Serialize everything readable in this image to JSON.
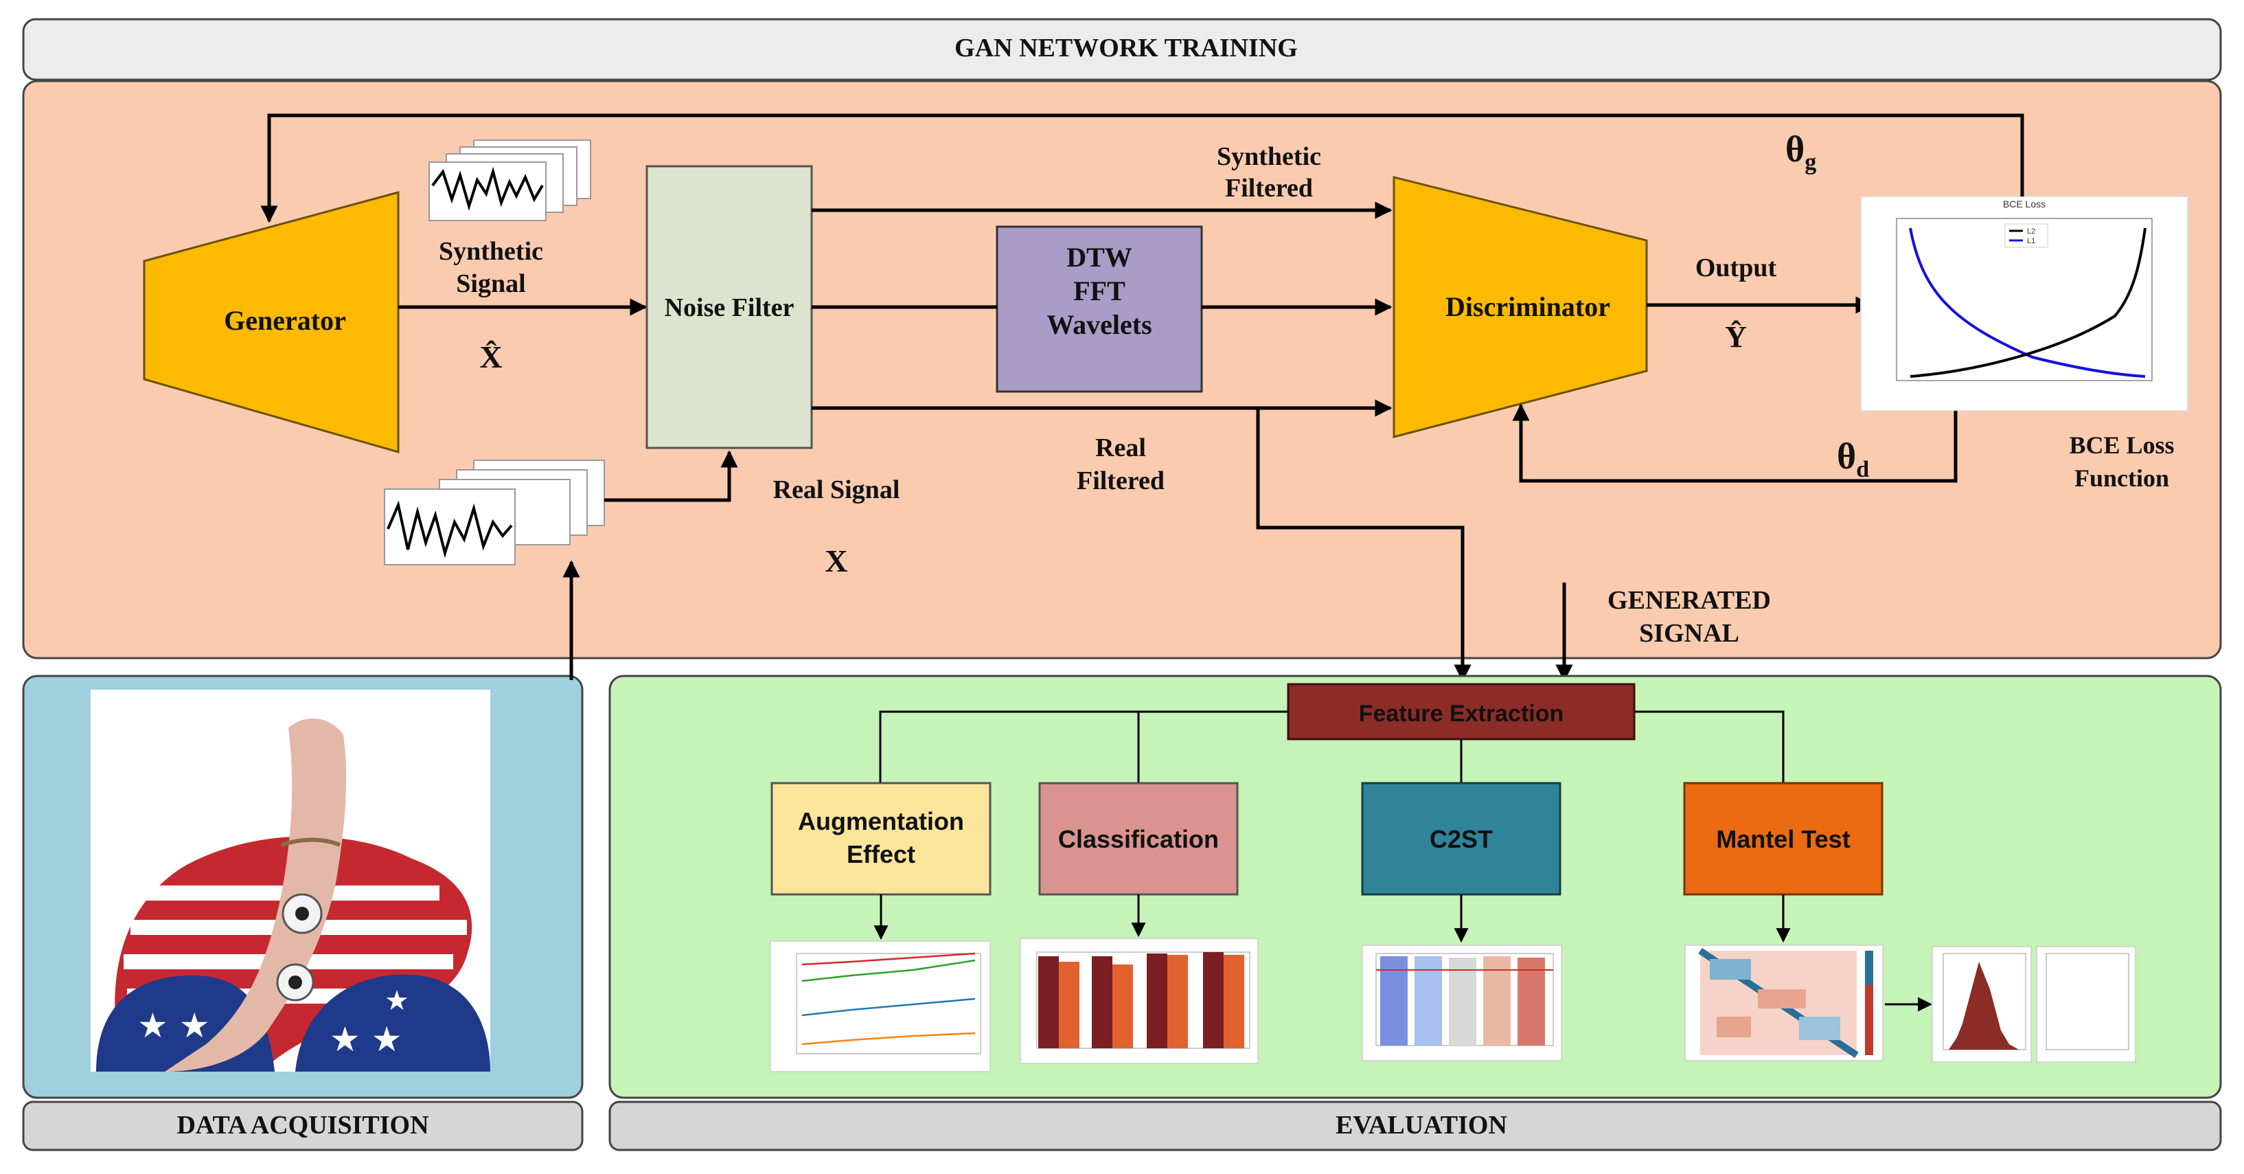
{
  "sections": {
    "gan_training": "GAN NETWORK TRAINING",
    "data_acquisition": "DATA ACQUISITION",
    "evaluation": "EVALUATION"
  },
  "nodes": {
    "generator": "Generator",
    "noise_filter": "Noise Filter",
    "transforms": [
      "DTW",
      "FFT",
      "Wavelets"
    ],
    "discriminator": "Discriminator",
    "feature_extraction": "Feature Extraction",
    "augmentation_effect": [
      "Augmentation",
      "Effect"
    ],
    "classification": "Classification",
    "c2st": "C2ST",
    "mantel_test": "Mantel Test"
  },
  "labels": {
    "synthetic_signal": [
      "Synthetic",
      "Signal"
    ],
    "x_hat": "X̂",
    "synthetic_filtered": [
      "Synthetic",
      "Filtered"
    ],
    "real_signal": "Real Signal",
    "x": "X",
    "real_filtered": [
      "Real",
      "Filtered"
    ],
    "output": "Output",
    "y_hat": "Ŷ",
    "theta_g": "θ",
    "theta_g_sub": "g",
    "theta_d": "θ",
    "theta_d_sub": "d",
    "bce_loss_function": [
      "BCE Loss",
      "Function"
    ],
    "generated_signal": [
      "GENERATED",
      "SIGNAL"
    ],
    "bce_plot_title": "BCE Loss",
    "bce_legend": [
      "L2",
      "L1"
    ]
  },
  "colors": {
    "gan_bg": "#fbcbb0",
    "data_bg": "#9ed0de",
    "eval_bg": "#c6f3b8",
    "header_bg": "#ececec",
    "generator": "#fdba00",
    "discriminator": "#fdba00",
    "noise_filter": "#dde3cc",
    "transforms": "#a99cc6",
    "feature_extraction": "#8b2c27",
    "augmentation": "#fbe59b",
    "classification": "#d9948f",
    "c2st": "#2f8499",
    "mantel": "#ea6b12"
  }
}
